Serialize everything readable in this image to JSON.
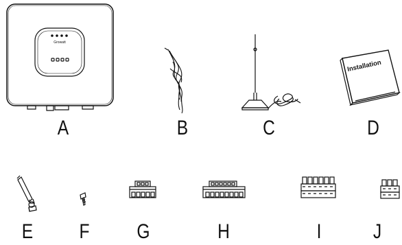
{
  "items": [
    {
      "id": "A",
      "icon": "inverter-icon",
      "device_brand": "Growatt"
    },
    {
      "id": "B",
      "icon": "cable-icon"
    },
    {
      "id": "C",
      "icon": "antenna-icon"
    },
    {
      "id": "D",
      "icon": "manual-icon",
      "manual_title": "Installation"
    },
    {
      "id": "E",
      "icon": "anchor-bolt-icon"
    },
    {
      "id": "F",
      "icon": "screw-icon"
    },
    {
      "id": "G",
      "icon": "connector-small-icon"
    },
    {
      "id": "H",
      "icon": "connector-large-icon"
    },
    {
      "id": "I",
      "icon": "terminal-block-large-icon"
    },
    {
      "id": "J",
      "icon": "terminal-block-small-icon"
    }
  ],
  "colors": {
    "line": "#111111",
    "fill": "#ffffff"
  }
}
